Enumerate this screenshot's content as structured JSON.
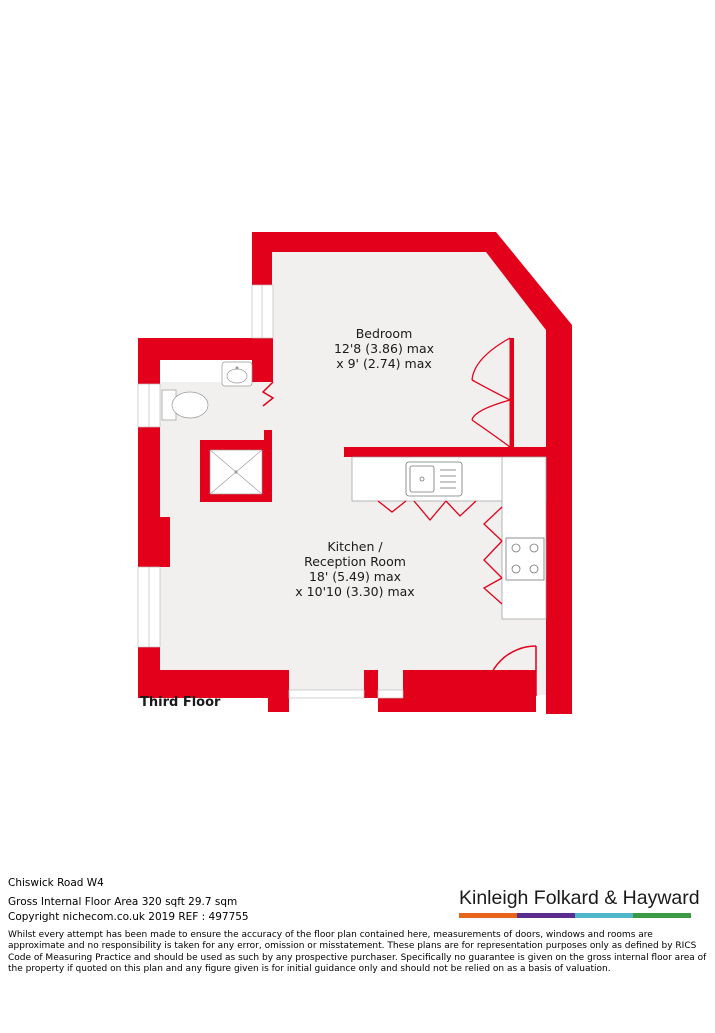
{
  "plan": {
    "bedroom": {
      "name": "Bedroom",
      "dim1": "12'8 (3.86) max",
      "dim2": "x 9' (2.74) max"
    },
    "kitchen": {
      "name1": "Kitchen /",
      "name2": "Reception Room",
      "dim1": "18' (5.49) max",
      "dim2": "x 10'10 (3.30) max"
    },
    "floor_label": "Third Floor",
    "wall_color": "#e3001b",
    "floor_fill": "#f2f0ef"
  },
  "footer": {
    "address": "Chiswick Road  W4",
    "area": "Gross Internal Floor Area 320 sqft 29.7 sqm",
    "copyright": "Copyright nichecom.co.uk 2019 REF : 497755",
    "disclaimer": "Whilst every attempt has been made to ensure the accuracy of the floor plan contained here, measurements of doors, windows and rooms are approximate and no responsibility is taken for any error, omission or misstatement.  These plans are for representation purposes only as defined by RICS Code of Measuring Practice and should be used as such by any prospective purchaser.  Specifically no guarantee is given on the gross internal floor area of the property if quoted on this plan and any figure given is for initial guidance only and should not be relied on as a basis of valuation."
  },
  "brand": {
    "name": "Kinleigh Folkard & Hayward",
    "stripe_colors": [
      "#e8641b",
      "#5b2d8e",
      "#4fb7c9",
      "#3a9a45"
    ]
  }
}
